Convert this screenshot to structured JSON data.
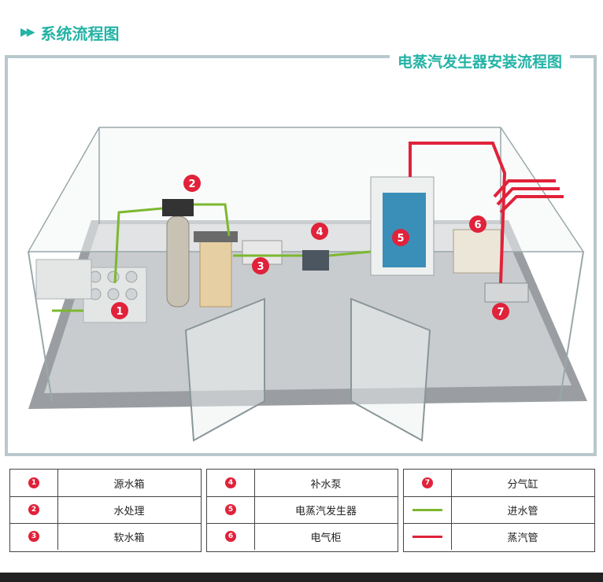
{
  "header": {
    "title": "系统流程图"
  },
  "scene": {
    "title": "电蒸汽发生器安装流程图"
  },
  "colors": {
    "accent": "#24b3a6",
    "marker": "#e0223a",
    "water_pipe": "#7cb82f",
    "steam_pipe": "#e0223a"
  },
  "markers": [
    {
      "num": "1",
      "label": "源水箱"
    },
    {
      "num": "2",
      "label": "水处理"
    },
    {
      "num": "3",
      "label": "软水箱"
    },
    {
      "num": "4",
      "label": "补水泵"
    },
    {
      "num": "5",
      "label": "电蒸汽发生器"
    },
    {
      "num": "6",
      "label": "电气柜"
    },
    {
      "num": "7",
      "label": "分气缸"
    }
  ],
  "legend": {
    "col1": [
      {
        "num": "1",
        "label": "源水箱"
      },
      {
        "num": "2",
        "label": "水处理"
      },
      {
        "num": "3",
        "label": "软水箱"
      }
    ],
    "col2": [
      {
        "num": "4",
        "label": "补水泵"
      },
      {
        "num": "5",
        "label": "电蒸汽发生器"
      },
      {
        "num": "6",
        "label": "电气柜"
      }
    ],
    "col3": [
      {
        "num": "7",
        "label": "分气缸"
      },
      {
        "line": "water",
        "label": "进水管"
      },
      {
        "line": "steam",
        "label": "蒸汽管"
      }
    ]
  }
}
